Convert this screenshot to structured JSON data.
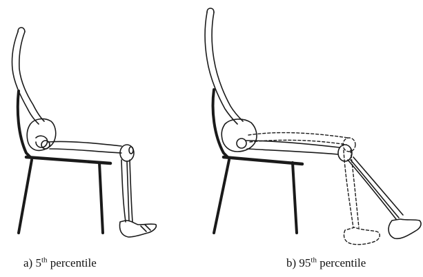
{
  "panels": [
    {
      "prefix": "a) 5",
      "suffix": "th",
      "rest": " percentile"
    },
    {
      "prefix": "b) 95",
      "suffix": "th",
      "rest": " percentile"
    }
  ]
}
